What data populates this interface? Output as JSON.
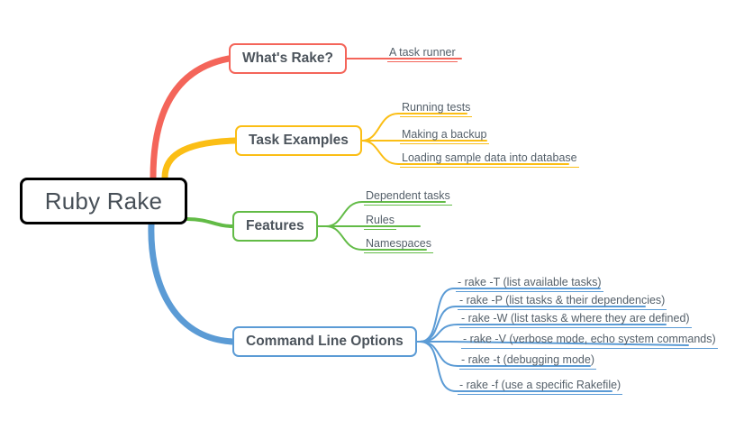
{
  "map": {
    "title": "Ruby Rake",
    "background": "#ffffff",
    "root": {
      "label": "Ruby Rake",
      "border_color": "#000000",
      "text_color": "#474f57"
    },
    "branches": [
      {
        "id": "whats-rake",
        "label": "What's Rake?",
        "color": "#f4655a",
        "color_name": "red",
        "children": [
          {
            "label": "A task runner"
          }
        ]
      },
      {
        "id": "task-examples",
        "label": "Task Examples",
        "color": "#fbbe15",
        "color_name": "yellow",
        "children": [
          {
            "label": "Running tests"
          },
          {
            "label": "Making a backup"
          },
          {
            "label": "Loading sample data into database"
          }
        ]
      },
      {
        "id": "features",
        "label": "Features",
        "color": "#62bb46",
        "color_name": "green",
        "children": [
          {
            "label": "Dependent tasks"
          },
          {
            "label": "Rules"
          },
          {
            "label": "Namespaces"
          }
        ]
      },
      {
        "id": "command-line-options",
        "label": "Command Line Options",
        "color": "#5b9bd5",
        "color_name": "blue",
        "children": [
          {
            "label": "- rake -T (list available tasks)"
          },
          {
            "label": "- rake -P (list tasks & their dependencies)"
          },
          {
            "label": "- rake -W (list tasks & where they are defined)"
          },
          {
            "label": "- rake -V (verbose mode, echo system commands)"
          },
          {
            "label": "- rake -t (debugging mode)"
          },
          {
            "label": "- rake -f (use a specific Rakefile)"
          }
        ]
      }
    ]
  }
}
